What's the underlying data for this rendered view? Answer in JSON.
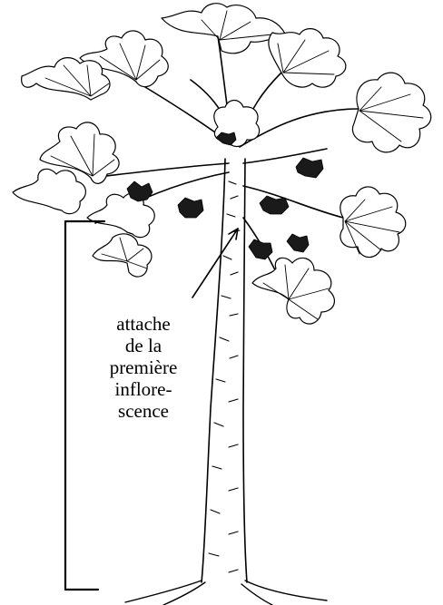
{
  "annotation": {
    "lines": [
      "attache",
      "de la",
      "première",
      "inflore-",
      "scence"
    ]
  },
  "colors": {
    "ink": "#000000",
    "paper": "#ffffff",
    "leaf_fill": "#ffffff",
    "fruit_fill": "#1a1a1a"
  },
  "icons": [
    "papaya-tree-drawing",
    "height-bracket",
    "pointer-arrow"
  ]
}
